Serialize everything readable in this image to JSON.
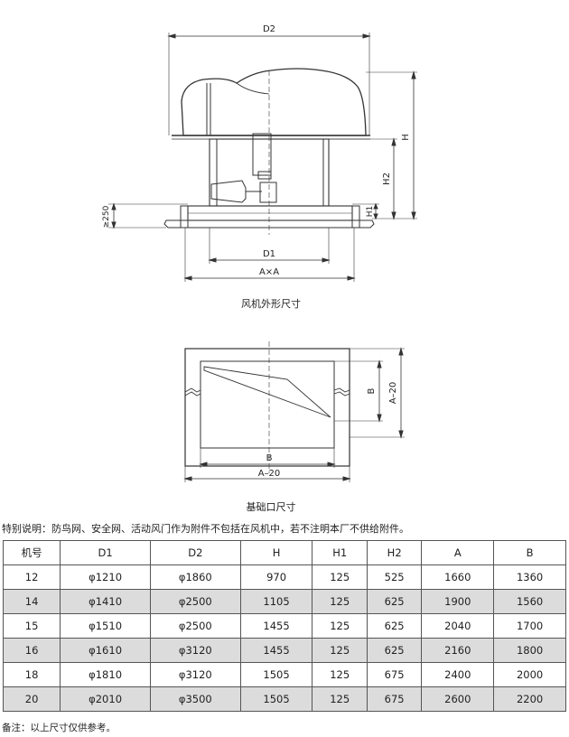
{
  "figure1": {
    "caption": "风机外形尺寸",
    "labels": {
      "d2": "D2",
      "d1": "D1",
      "axa": "A×A",
      "h": "H",
      "h2": "H2",
      "h1": "H1",
      "ge250": "≥250"
    }
  },
  "figure2": {
    "caption": "基础口尺寸",
    "labels": {
      "b_horizontal": "B",
      "a20_horizontal": "A–20",
      "b_vertical": "B",
      "a20_vertical": "A–20"
    }
  },
  "special_note": "特别说明：防鸟网、安全网、活动风门作为附件不包括在风机中，若不注明本厂不供给附件。",
  "table": {
    "headers": [
      "机号",
      "D1",
      "D2",
      "H",
      "H1",
      "H2",
      "A",
      "B"
    ],
    "rows": [
      [
        "12",
        "φ1210",
        "φ1860",
        "970",
        "125",
        "525",
        "1660",
        "1360"
      ],
      [
        "14",
        "φ1410",
        "φ2500",
        "1105",
        "125",
        "625",
        "1900",
        "1560"
      ],
      [
        "15",
        "φ1510",
        "φ2500",
        "1455",
        "125",
        "625",
        "2040",
        "1700"
      ],
      [
        "16",
        "φ1610",
        "φ3120",
        "1455",
        "125",
        "625",
        "2160",
        "1800"
      ],
      [
        "18",
        "φ1810",
        "φ3120",
        "1505",
        "125",
        "675",
        "2400",
        "2000"
      ],
      [
        "20",
        "φ2010",
        "φ3500",
        "1505",
        "125",
        "675",
        "2600",
        "2200"
      ]
    ]
  },
  "footer_note": "备注：以上尺寸仅供参考。"
}
